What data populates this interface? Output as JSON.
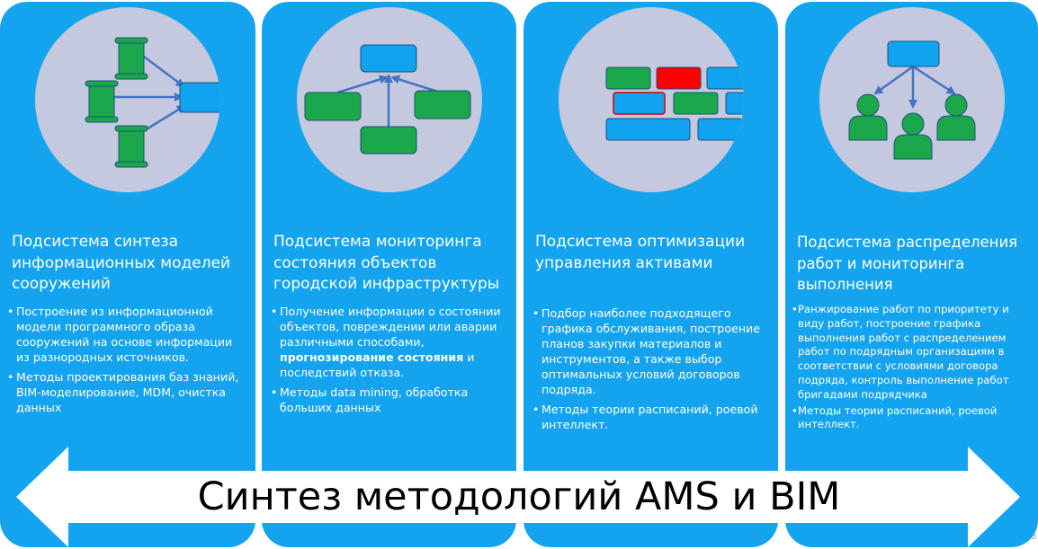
{
  "colors": {
    "panel": "#14a4ef",
    "circle": "#c5c9df",
    "green": "#1aa84b",
    "blue_box": "#0fa3f0",
    "red_box": "#ff0000",
    "connector": "#4472c4",
    "arrow": "#ffffff"
  },
  "icons": [
    "documents-to-model-diagram",
    "monitoring-hierarchy-diagram",
    "asset-blocks-diagram",
    "work-distribution-diagram"
  ],
  "panels": [
    {
      "title": "Подсистема синтеза информационных моделей сооружений",
      "bullets": [
        "Построение из информационной модели программного образа сооружений на основе информации из разнородных источников.",
        "Методы проектирования баз знаний, BIM-моделирование, MDM, очистка данных"
      ]
    },
    {
      "title": "Подсистема мониторинга состояния объектов городской инфраструктуры",
      "bullets": [
        {
          "before": "Получение информации о состоянии объектов, повреждении или аварии различными способами, ",
          "bold": "прогнозирование состояния",
          "after": " и последствий отказа."
        },
        "Методы data mining, обработка больших данных"
      ]
    },
    {
      "title": "Подсистема оптимизации управления активами",
      "bullets": [
        "Подбор наиболее подходящего графика обслуживания, построение планов закупки материалов и инструментов, а также выбор оптимальных условий договоров подряда.",
        "Методы теории расписаний, роевой интеллект."
      ]
    },
    {
      "title": "Подсистема распределения работ и мониторинга выполнения",
      "bullets": [
        "Ранжирование работ по приоритету и виду работ, построение графика выполнения работ с распределением работ по подрядным организациям в соответствии с условиями договора подряда, контроль выполнение работ бригадами подрядчика",
        "Методы теории расписаний, роевой интеллект."
      ]
    }
  ],
  "arrow_label": "Синтез методологий AMS и BIM",
  "page_number": "3"
}
